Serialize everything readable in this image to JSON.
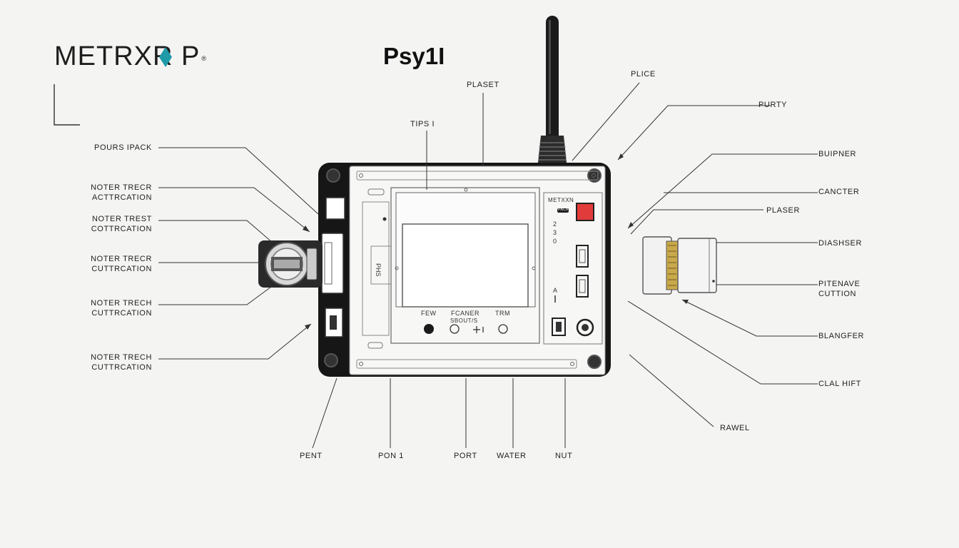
{
  "brand": {
    "name": "METRXR P",
    "reg": "®"
  },
  "title": "Psy1I",
  "accent_color": "#1f9aa8",
  "device": {
    "panel_label": "METXXN",
    "panel_sublabel": "PACK",
    "panel_digits": "2\n3\n0",
    "panel_letter": "A",
    "button_labels": [
      "FEW",
      "FCANER",
      "TRM"
    ],
    "button_sublabel": "SBOUT/S"
  },
  "labels_left": [
    {
      "id": "pours-ipack",
      "text": "POURS IPACK"
    },
    {
      "id": "noter-trecr-1",
      "text": "NOTER TRECR\nACTTRCATION"
    },
    {
      "id": "noter-trest",
      "text": "NOTER TREST\nCOTTRCATION"
    },
    {
      "id": "noter-trecr-2",
      "text": "NOTER TRECR\nCUTTRCATION"
    },
    {
      "id": "noter-trech-1",
      "text": "NOTER TRECH\nCUTTRCATION"
    },
    {
      "id": "noter-trech-2",
      "text": "NOTER TRECH\nCUTTRCATION"
    }
  ],
  "labels_top": [
    {
      "id": "tips-i",
      "text": "TIPS I"
    },
    {
      "id": "plaset",
      "text": "PLASET"
    },
    {
      "id": "plice",
      "text": "PLICE"
    },
    {
      "id": "purty",
      "text": "PURTY"
    }
  ],
  "labels_right": [
    {
      "id": "buipner",
      "text": "BUIPNER"
    },
    {
      "id": "cancter",
      "text": "CANCTER"
    },
    {
      "id": "plaser",
      "text": "PLASER"
    },
    {
      "id": "diashser",
      "text": "DIASHSER"
    },
    {
      "id": "pitenave",
      "text": "PITENAVE\nCUTTION"
    },
    {
      "id": "blangfer",
      "text": "BLANGFER"
    },
    {
      "id": "clal-hift",
      "text": "CLAL HIFT"
    },
    {
      "id": "rawel",
      "text": "RAWEL"
    }
  ],
  "labels_bottom": [
    {
      "id": "pent",
      "text": "PENT"
    },
    {
      "id": "pon-1",
      "text": "PON 1"
    },
    {
      "id": "port",
      "text": "PORT"
    },
    {
      "id": "water",
      "text": "WATER"
    },
    {
      "id": "nut",
      "text": "NUT"
    }
  ]
}
